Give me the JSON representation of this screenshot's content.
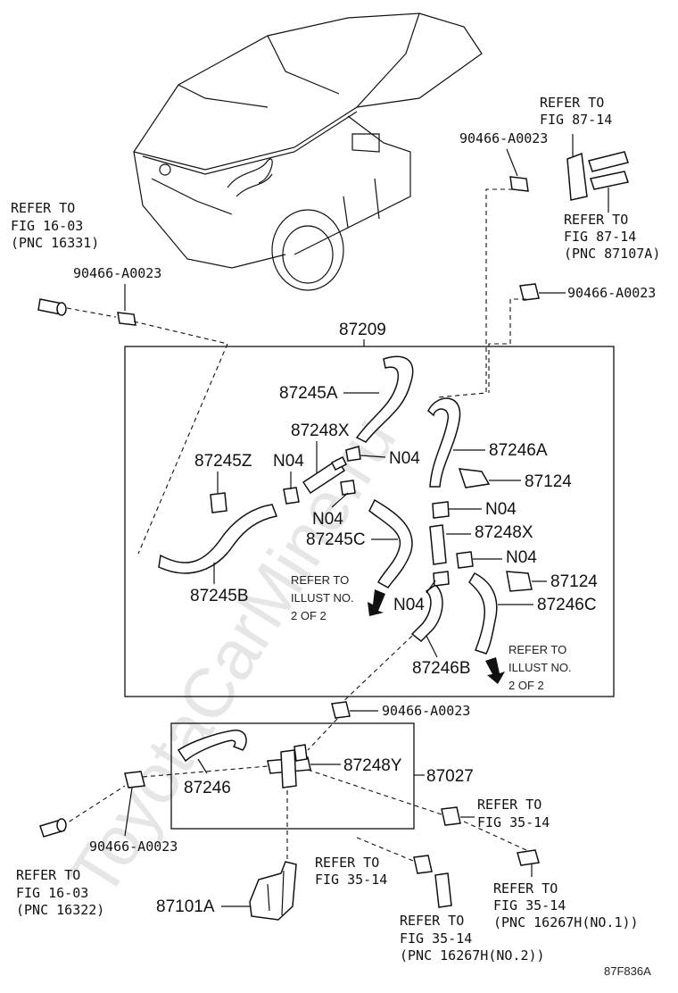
{
  "watermark": "ToyotaCarMine.ru",
  "figure_code": "87F836A",
  "callouts": {
    "refer_1603_top": [
      "REFER TO",
      "FIG 16-03",
      "(PNC 16331)"
    ],
    "refer_8714_top": [
      "REFER TO",
      "FIG 87-14"
    ],
    "refer_8714_right": [
      "REFER TO",
      "FIG 87-14",
      "(PNC 87107A)"
    ],
    "refer_1603_bottom": [
      "REFER TO",
      "FIG 16-03",
      "(PNC 16322)"
    ],
    "refer_3514_a": [
      "REFER TO",
      "FIG 35-14"
    ],
    "refer_3514_b": [
      "REFER TO",
      "FIG 35-14"
    ],
    "refer_3514_no1": [
      "REFER TO",
      "FIG 35-14",
      "(PNC 16267H(NO.1))"
    ],
    "refer_3514_no2": [
      "REFER TO",
      "FIG 35-14",
      "(PNC 16267H(NO.2))"
    ],
    "illust_left": [
      "REFER TO",
      "ILLUST NO.",
      "2 OF 2"
    ],
    "illust_right": [
      "REFER TO",
      "ILLUST NO.",
      "2 OF 2"
    ]
  },
  "parts": {
    "clamp_top_right": "90466-A0023",
    "clamp_right": "90466-A0023",
    "clamp_left": "90466-A0023",
    "clamp_middle": "90466-A0023",
    "clamp_bottom_left": "90466-A0023",
    "assy_87209": "87209",
    "p87245A": "87245A",
    "p87248X_top": "87248X",
    "p87245Z": "87245Z",
    "n04_a": "N04",
    "n04_b": "N04",
    "n04_c": "N04",
    "n04_d": "N04",
    "n04_e": "N04",
    "n04_f": "N04",
    "p87245C": "87245C",
    "p87245B": "87245B",
    "p87246A": "87246A",
    "p87124_a": "87124",
    "p87248X_mid": "87248X",
    "p87124_b": "87124",
    "p87246C": "87246C",
    "p87246B": "87246B",
    "assy_87027": "87027",
    "p87248Y": "87248Y",
    "p87246": "87246",
    "p87101A": "87101A"
  }
}
